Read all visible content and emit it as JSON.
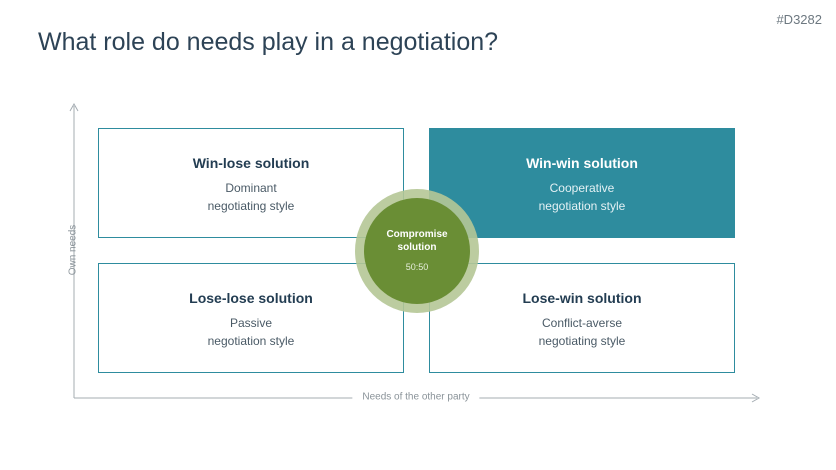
{
  "slide_id": "#D3282",
  "title": "What role do needs play in a negotiation?",
  "axes": {
    "y_label": "Own needs",
    "x_label": "Needs of the other party"
  },
  "quadrants": {
    "top_left": {
      "title": "Win-lose solution",
      "subtitle": "Dominant\nnegotiating style"
    },
    "top_right": {
      "title": "Win-win solution",
      "subtitle": "Cooperative\nnegotiation style"
    },
    "bottom_left": {
      "title": "Lose-lose solution",
      "subtitle": "Passive\nnegotiation style"
    },
    "bottom_right": {
      "title": "Lose-win solution",
      "subtitle": "Conflict-averse\nnegotiating style"
    }
  },
  "center": {
    "title": "Compromise\nsolution",
    "ratio": "50:50"
  },
  "colors": {
    "teal": "#2e8c9e",
    "green": "#6a8e35",
    "light_green": "#b5c796",
    "title_text": "#2d4356"
  }
}
